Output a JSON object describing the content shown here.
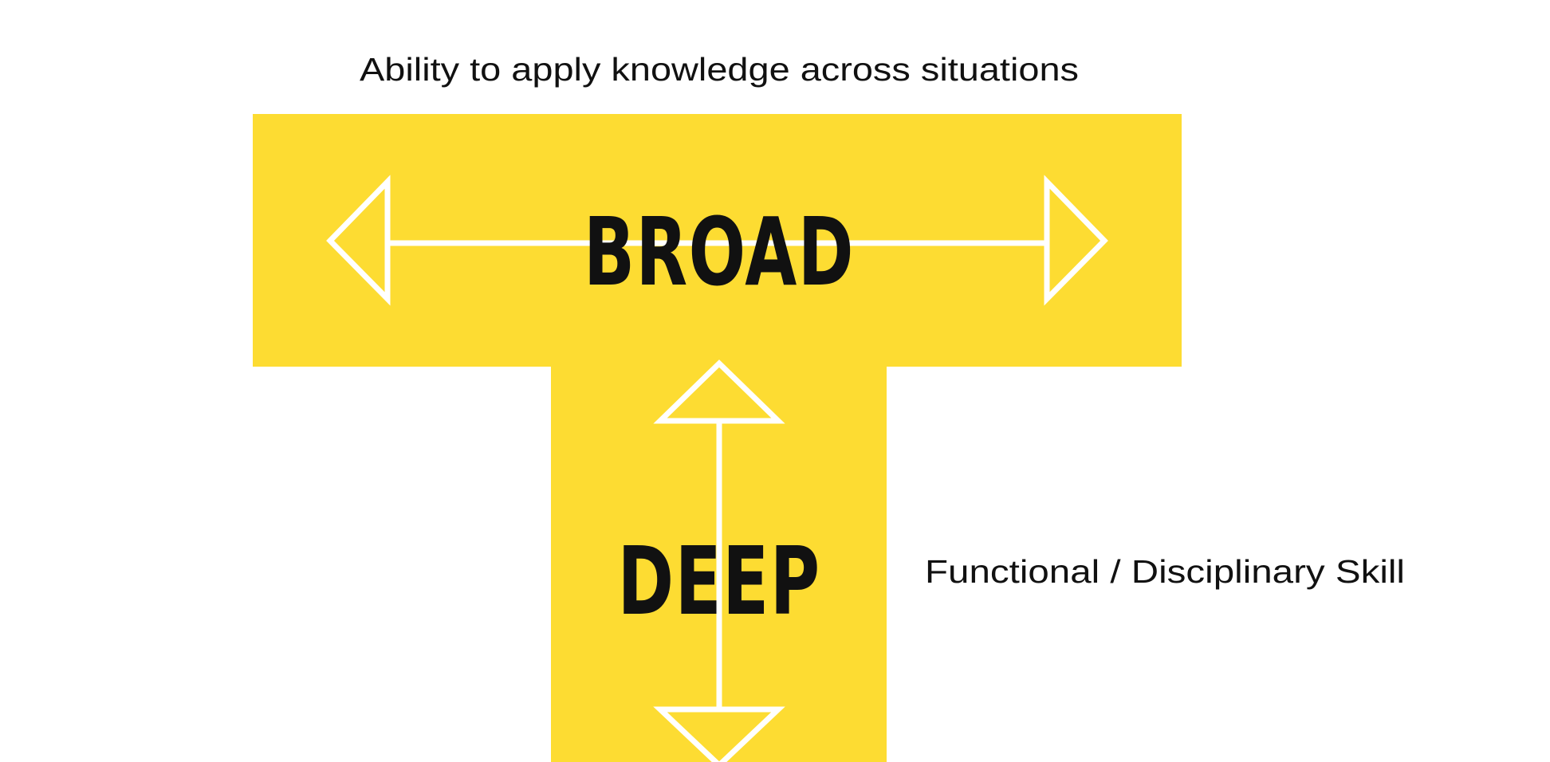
{
  "diagram": {
    "top_caption": "Ability to apply knowledge across situations",
    "side_caption": "Functional / Disciplinary Skill",
    "horizontal_word": "BROAD",
    "vertical_word": "DEEP"
  },
  "colors": {
    "shape_fill": "#FDDC32",
    "arrow_stroke": "#FFFFFF",
    "text": "#111111",
    "background": "#FFFFFF"
  },
  "icons": {
    "horizontal_arrow": "double-headed-arrow-horizontal",
    "vertical_arrow": "double-headed-arrow-vertical"
  }
}
